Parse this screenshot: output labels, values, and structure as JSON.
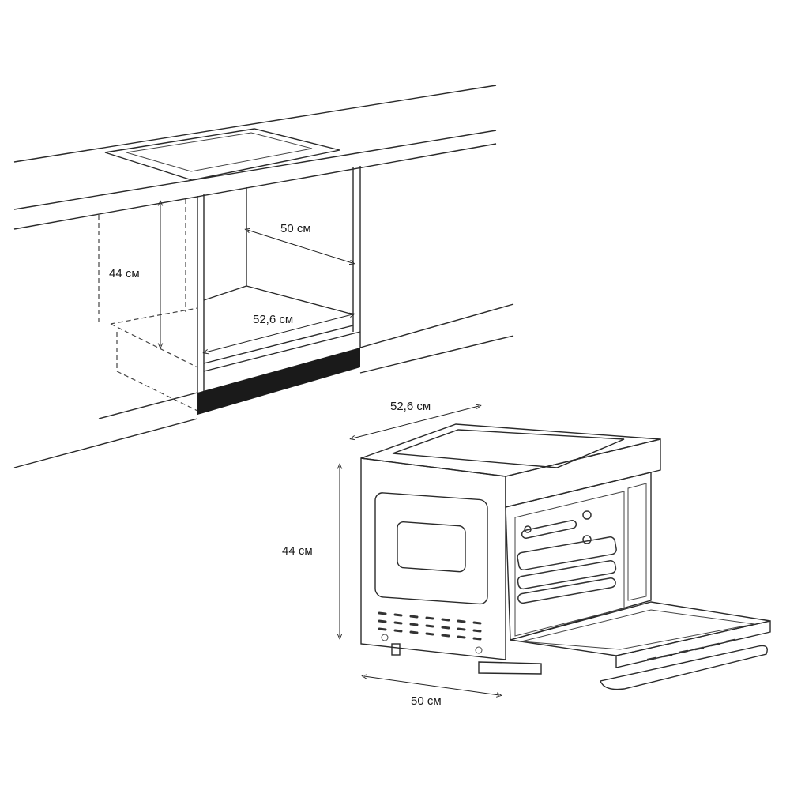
{
  "cabinet_dimensions": {
    "height_label": "44 см",
    "depth_label": "50 см",
    "width_label": "52,6 см"
  },
  "oven_dimensions": {
    "width_label": "52,6 см",
    "height_label": "44 см",
    "depth_label": "50 см"
  },
  "colors": {
    "line": "#2a2a2a",
    "plinth": "#1a1a1a",
    "background": "#ffffff"
  }
}
